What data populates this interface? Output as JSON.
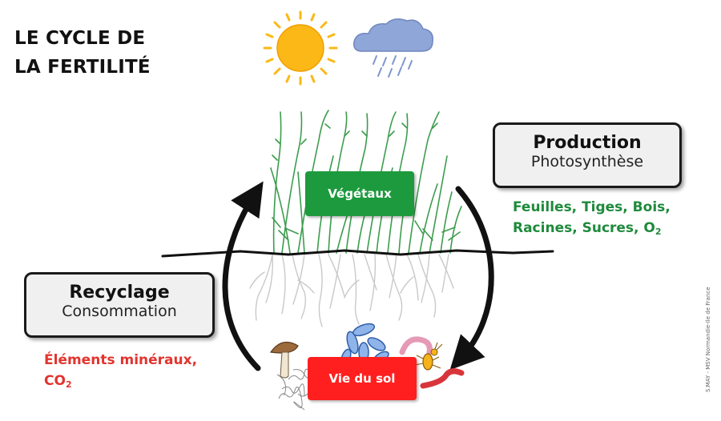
{
  "title": {
    "line1": "LE CYCLE DE",
    "line2": "LA FERTILITÉ"
  },
  "production": {
    "heading": "Production",
    "subheading": "Photosynthèse"
  },
  "production_outputs": {
    "line1": "Feuilles, Tiges, Bois,",
    "line2_text": "Racines, Sucres, O",
    "line2_sub": "2"
  },
  "recycling": {
    "heading": "Recyclage",
    "subheading": "Consommation"
  },
  "recycling_outputs": {
    "line1": "Éléments minéraux,",
    "line2_text": "CO",
    "line2_sub": "2"
  },
  "plants_label": "Végétaux",
  "soil_life_label": "Vie du sol",
  "credit": "S.MAY - MSV Normandie-Ile de France",
  "icons": [
    "sun-icon",
    "rain-cloud-icon",
    "plants-illustration",
    "roots-illustration",
    "mushroom-icon",
    "blue-organisms-icon",
    "worm-icon",
    "insect-icon",
    "fungal-hyphae-icon"
  ],
  "colors": {
    "green": "#1d9a3d",
    "green_text": "#1f8a3c",
    "red": "#ff1f1f",
    "red_text": "#e2342e",
    "box_bg": "#f0f0f0",
    "arrow": "#111111",
    "sun": "#fbb817",
    "cloud": "#8fa6d8"
  }
}
